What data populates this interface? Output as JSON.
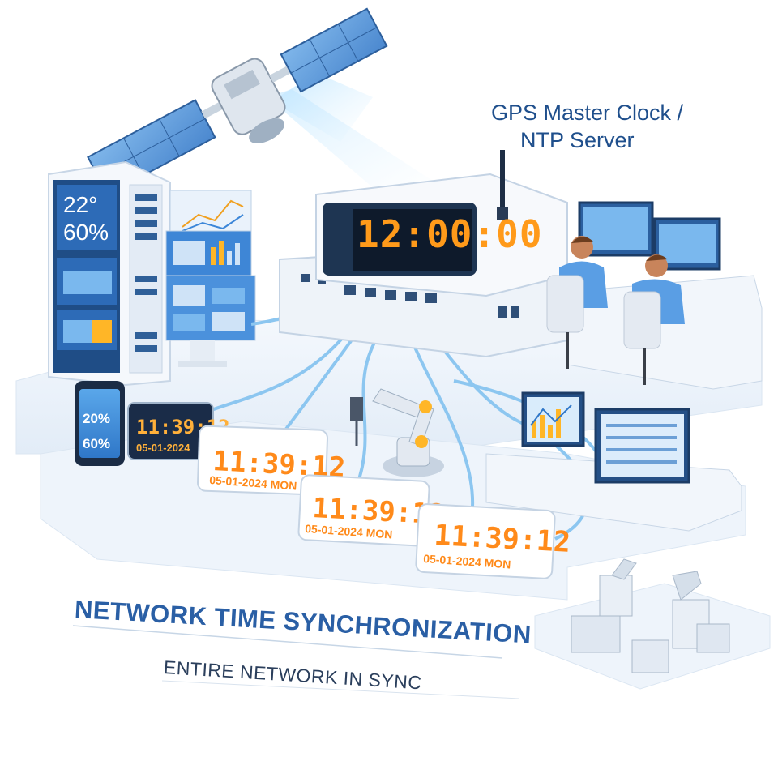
{
  "master_label_line1": "GPS Master Clock /",
  "master_label_line2": "NTP Server",
  "master_clock_time": "12:00:00",
  "rack_display": {
    "temperature": "22°",
    "humidity": "60%"
  },
  "phone_display": {
    "line1": "20%",
    "line2": "60%"
  },
  "clocks": [
    {
      "time": "11:39:12",
      "date": "05-01-2024"
    },
    {
      "time": "11:39:12",
      "date": "05-01-2024 MON"
    },
    {
      "time": "11:39:12",
      "date": "05-01-2024 MON"
    },
    {
      "time": "11:39:12",
      "date": "05-01-2024 MON"
    }
  ],
  "title": "NETWORK TIME SYNCHRONIZATION",
  "subtitle": "ENTIRE NETWORK IN SYNC",
  "colors": {
    "primary_blue": "#2a5fa5",
    "accent_orange": "#ff8a1a",
    "light_blue": "#cfe3f7",
    "cable_blue": "#8cc6f0"
  },
  "icons": [
    "satellite-icon",
    "server-rack-icon",
    "smartphone-icon",
    "robot-arm-icon",
    "operator-icon",
    "monitor-icon"
  ]
}
